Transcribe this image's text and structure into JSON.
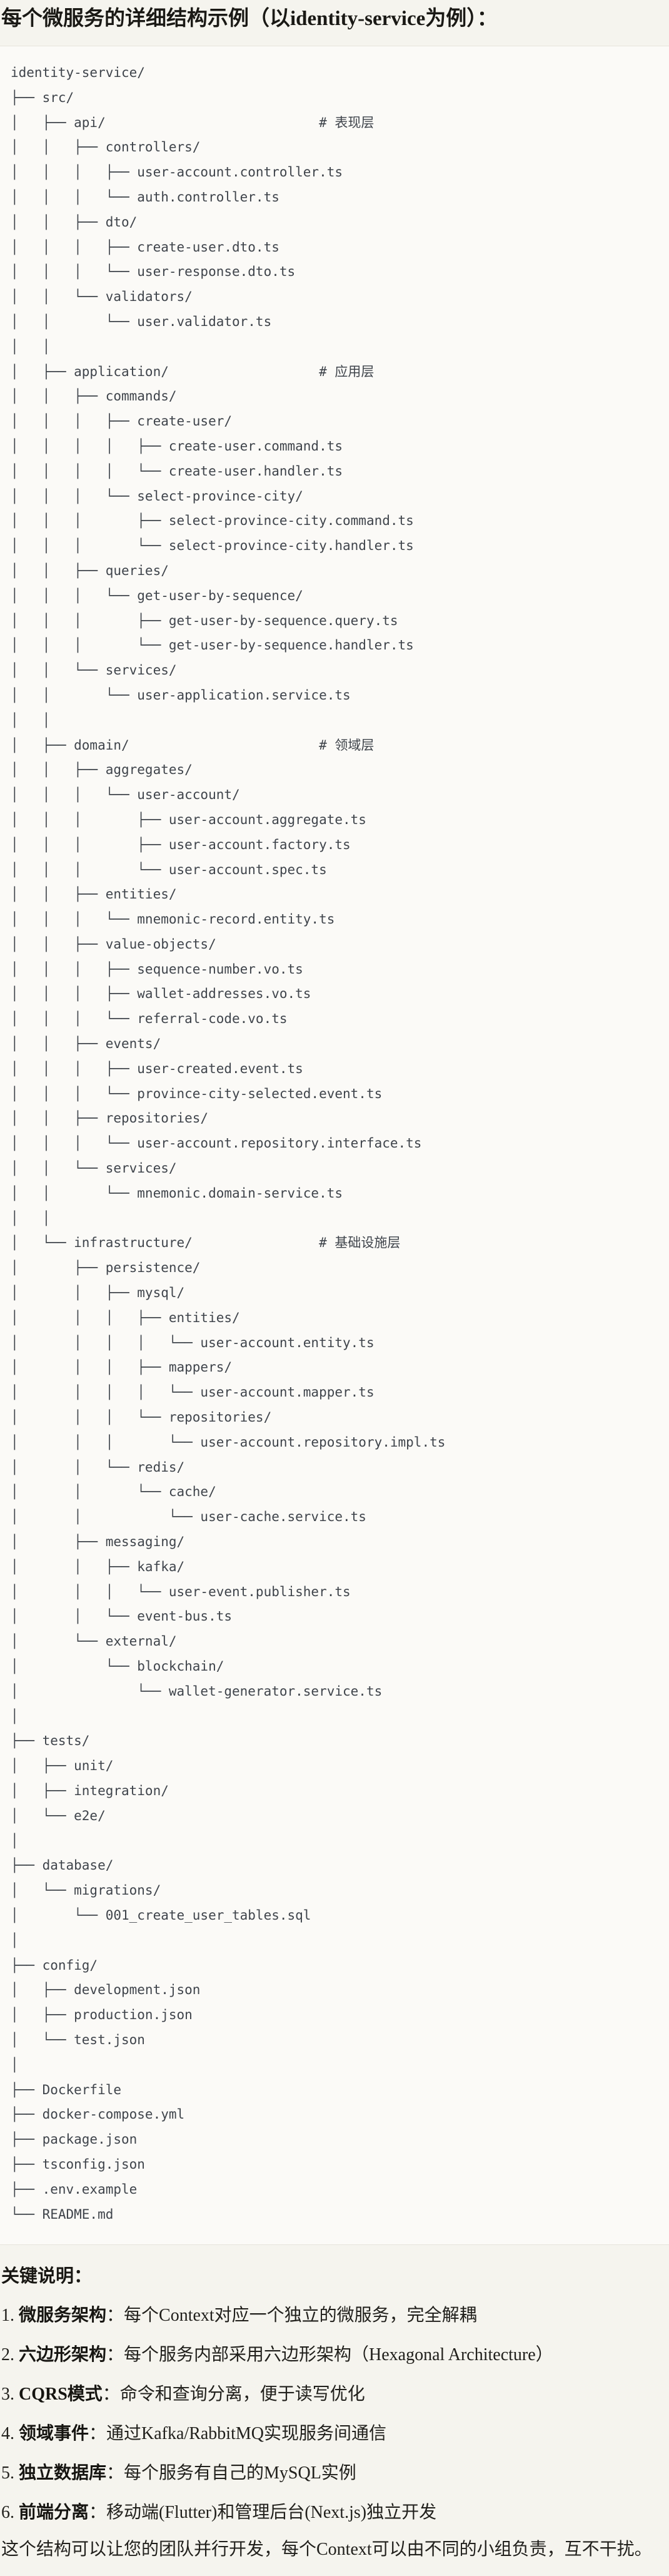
{
  "title": "每个微服务的详细结构示例（以identity-service为例）：",
  "colors": {
    "page_bg": "#f5f4ee",
    "code_bg": "#fbfaf7",
    "divider": "#e7e4dc",
    "code_text": "#3f444b",
    "body_text": "#21201c"
  },
  "tree": {
    "lines": [
      "identity-service/",
      "├── src/",
      "│   ├── api/                           # 表现层",
      "│   │   ├── controllers/",
      "│   │   │   ├── user-account.controller.ts",
      "│   │   │   └── auth.controller.ts",
      "│   │   ├── dto/",
      "│   │   │   ├── create-user.dto.ts",
      "│   │   │   └── user-response.dto.ts",
      "│   │   └── validators/",
      "│   │       └── user.validator.ts",
      "│   │",
      "│   ├── application/                   # 应用层",
      "│   │   ├── commands/",
      "│   │   │   ├── create-user/",
      "│   │   │   │   ├── create-user.command.ts",
      "│   │   │   │   └── create-user.handler.ts",
      "│   │   │   └── select-province-city/",
      "│   │   │       ├── select-province-city.command.ts",
      "│   │   │       └── select-province-city.handler.ts",
      "│   │   ├── queries/",
      "│   │   │   └── get-user-by-sequence/",
      "│   │   │       ├── get-user-by-sequence.query.ts",
      "│   │   │       └── get-user-by-sequence.handler.ts",
      "│   │   └── services/",
      "│   │       └── user-application.service.ts",
      "│   │",
      "│   ├── domain/                        # 领域层",
      "│   │   ├── aggregates/",
      "│   │   │   └── user-account/",
      "│   │   │       ├── user-account.aggregate.ts",
      "│   │   │       ├── user-account.factory.ts",
      "│   │   │       └── user-account.spec.ts",
      "│   │   ├── entities/",
      "│   │   │   └── mnemonic-record.entity.ts",
      "│   │   ├── value-objects/",
      "│   │   │   ├── sequence-number.vo.ts",
      "│   │   │   ├── wallet-addresses.vo.ts",
      "│   │   │   └── referral-code.vo.ts",
      "│   │   ├── events/",
      "│   │   │   ├── user-created.event.ts",
      "│   │   │   └── province-city-selected.event.ts",
      "│   │   ├── repositories/",
      "│   │   │   └── user-account.repository.interface.ts",
      "│   │   └── services/",
      "│   │       └── mnemonic.domain-service.ts",
      "│   │",
      "│   └── infrastructure/                # 基础设施层",
      "│       ├── persistence/",
      "│       │   ├── mysql/",
      "│       │   │   ├── entities/",
      "│       │   │   │   └── user-account.entity.ts",
      "│       │   │   ├── mappers/",
      "│       │   │   │   └── user-account.mapper.ts",
      "│       │   │   └── repositories/",
      "│       │   │       └── user-account.repository.impl.ts",
      "│       │   └── redis/",
      "│       │       └── cache/",
      "│       │           └── user-cache.service.ts",
      "│       ├── messaging/",
      "│       │   ├── kafka/",
      "│       │   │   └── user-event.publisher.ts",
      "│       │   └── event-bus.ts",
      "│       └── external/",
      "│           └── blockchain/",
      "│               └── wallet-generator.service.ts",
      "│",
      "├── tests/",
      "│   ├── unit/",
      "│   ├── integration/",
      "│   └── e2e/",
      "│",
      "├── database/",
      "│   └── migrations/",
      "│       └── 001_create_user_tables.sql",
      "│",
      "├── config/",
      "│   ├── development.json",
      "│   ├── production.json",
      "│   └── test.json",
      "│",
      "├── Dockerfile",
      "├── docker-compose.yml",
      "├── package.json",
      "├── tsconfig.json",
      "├── .env.example",
      "└── README.md"
    ]
  },
  "notes": {
    "heading": "关键说明：",
    "items": [
      {
        "num": "1.",
        "label": "微服务架构",
        "colon": "：",
        "text": "每个Context对应一个独立的微服务，完全解耦"
      },
      {
        "num": "2.",
        "label": "六边形架构",
        "colon": "：",
        "text": "每个服务内部采用六边形架构（Hexagonal Architecture）"
      },
      {
        "num": "3.",
        "label": "CQRS模式",
        "colon": "：",
        "text": "命令和查询分离，便于读写优化"
      },
      {
        "num": "4.",
        "label": "领域事件",
        "colon": "：",
        "text": "通过Kafka/RabbitMQ实现服务间通信"
      },
      {
        "num": "5.",
        "label": "独立数据库",
        "colon": "：",
        "text": "每个服务有自己的MySQL实例"
      },
      {
        "num": "6.",
        "label": "前端分离",
        "colon": "：",
        "text": "移动端(Flutter)和管理后台(Next.js)独立开发"
      }
    ],
    "footer": "这个结构可以让您的团队并行开发，每个Context可以由不同的小组负责，互不干扰。"
  }
}
